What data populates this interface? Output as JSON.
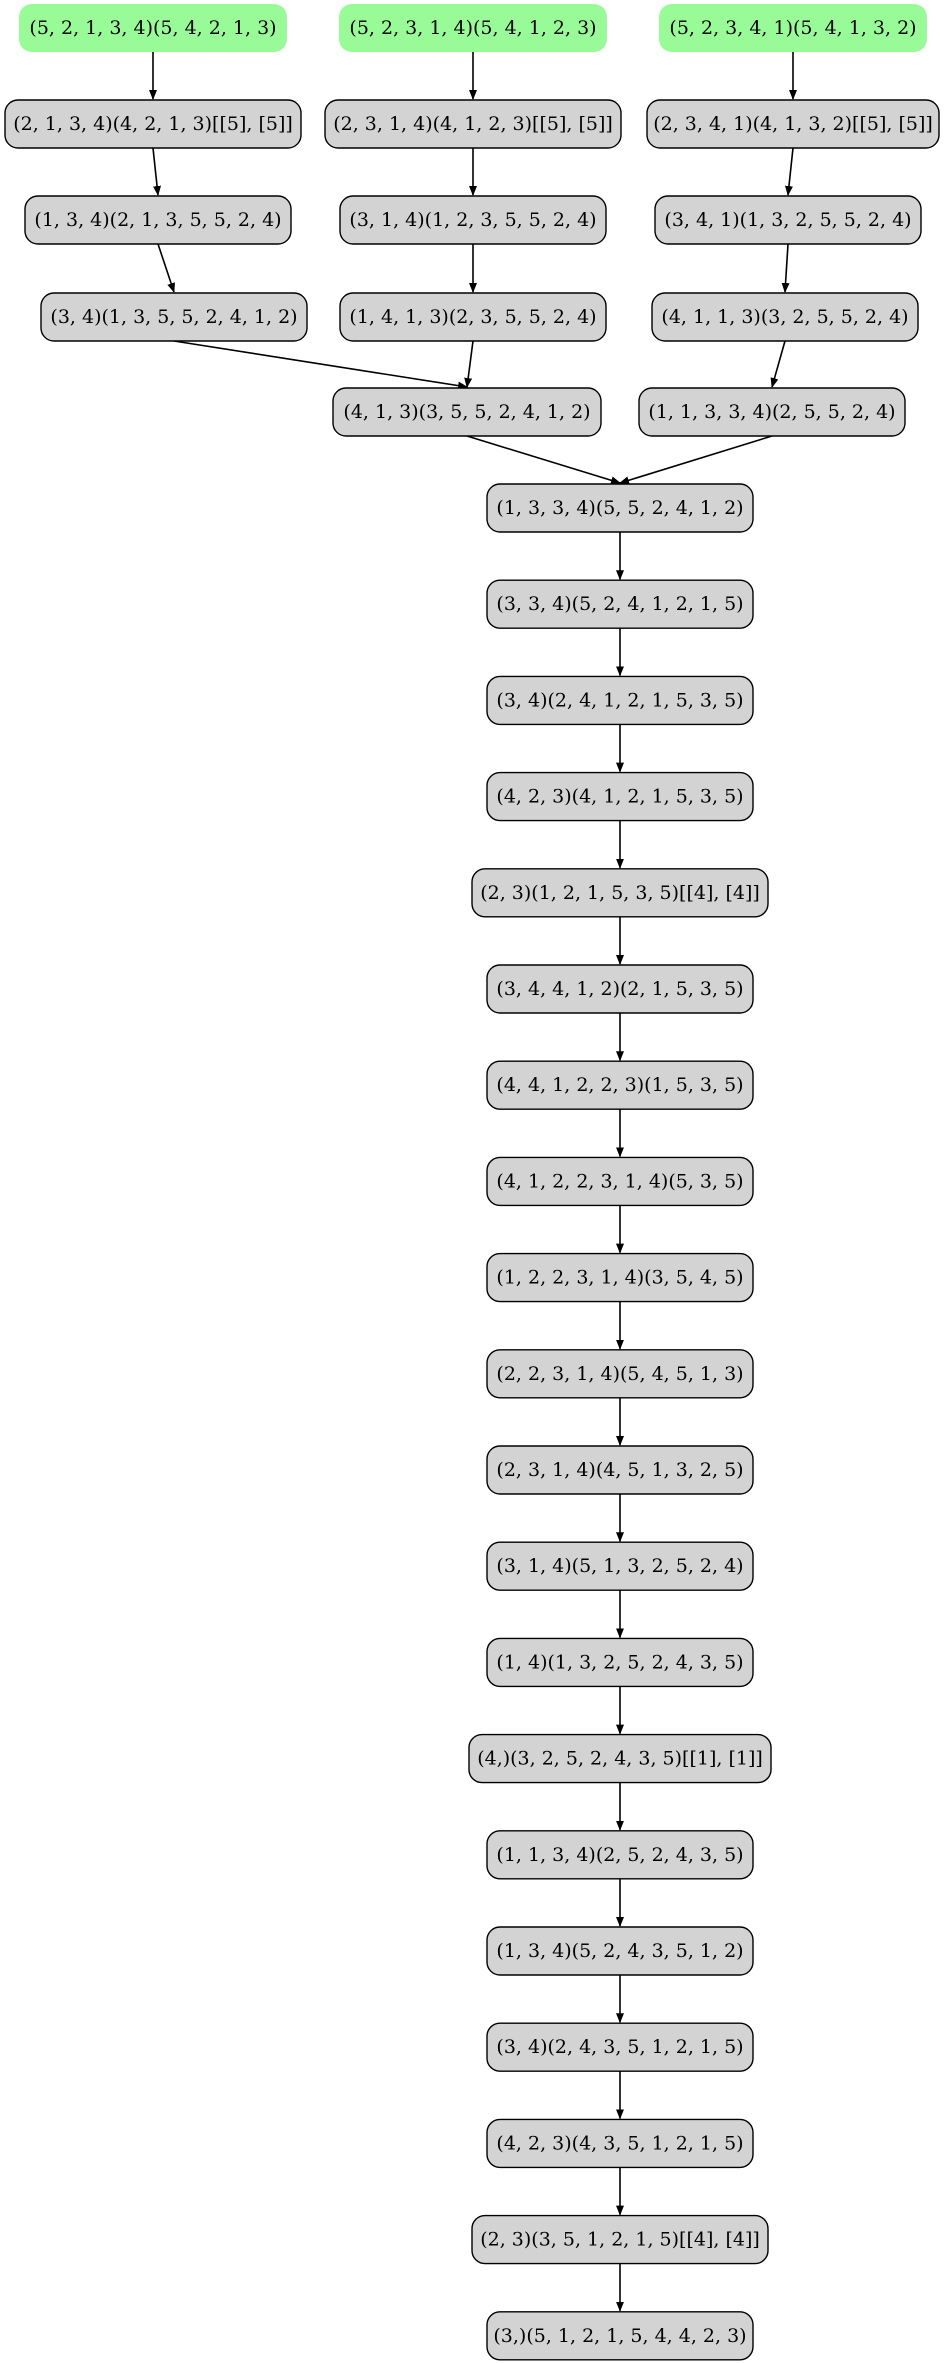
{
  "colors": {
    "start_fill": "#98fb98",
    "node_fill": "#d3d3d3",
    "node_stroke": "#000000",
    "edge": "#000000"
  },
  "nodes": [
    {
      "id": "s1",
      "label": "(5, 2, 1, 3, 4)(5, 4, 2, 1, 3)",
      "kind": "start"
    },
    {
      "id": "s2",
      "label": "(5, 2, 3, 1, 4)(5, 4, 1, 2, 3)",
      "kind": "start"
    },
    {
      "id": "s3",
      "label": "(5, 2, 3, 4, 1)(5, 4, 1, 3, 2)",
      "kind": "start"
    },
    {
      "id": "a1",
      "label": "(2, 1, 3, 4)(4, 2, 1, 3)[[5], [5]]",
      "kind": "normal"
    },
    {
      "id": "a2",
      "label": "(2, 3, 1, 4)(4, 1, 2, 3)[[5], [5]]",
      "kind": "normal"
    },
    {
      "id": "a3",
      "label": "(2, 3, 4, 1)(4, 1, 3, 2)[[5], [5]]",
      "kind": "normal"
    },
    {
      "id": "b1",
      "label": "(1, 3, 4)(2, 1, 3, 5, 5, 2, 4)",
      "kind": "normal"
    },
    {
      "id": "b2",
      "label": "(3, 1, 4)(1, 2, 3, 5, 5, 2, 4)",
      "kind": "normal"
    },
    {
      "id": "b3",
      "label": "(3, 4, 1)(1, 3, 2, 5, 5, 2, 4)",
      "kind": "normal"
    },
    {
      "id": "c1",
      "label": "(3, 4)(1, 3, 5, 5, 2, 4, 1, 2)",
      "kind": "normal"
    },
    {
      "id": "c2",
      "label": "(1, 4, 1, 3)(2, 3, 5, 5, 2, 4)",
      "kind": "normal"
    },
    {
      "id": "c3",
      "label": "(4, 1, 1, 3)(3, 2, 5, 5, 2, 4)",
      "kind": "normal"
    },
    {
      "id": "d2",
      "label": "(4, 1, 3)(3, 5, 5, 2, 4, 1, 2)",
      "kind": "normal"
    },
    {
      "id": "d3",
      "label": "(1, 1, 3, 3, 4)(2, 5, 5, 2, 4)",
      "kind": "normal"
    },
    {
      "id": "m1",
      "label": "(1, 3, 3, 4)(5, 5, 2, 4, 1, 2)",
      "kind": "normal"
    },
    {
      "id": "m2",
      "label": "(3, 3, 4)(5, 2, 4, 1, 2, 1, 5)",
      "kind": "normal"
    },
    {
      "id": "m3",
      "label": "(3, 4)(2, 4, 1, 2, 1, 5, 3, 5)",
      "kind": "normal"
    },
    {
      "id": "m4",
      "label": "(4, 2, 3)(4, 1, 2, 1, 5, 3, 5)",
      "kind": "normal"
    },
    {
      "id": "m5",
      "label": "(2, 3)(1, 2, 1, 5, 3, 5)[[4], [4]]",
      "kind": "normal"
    },
    {
      "id": "m6",
      "label": "(3, 4, 4, 1, 2)(2, 1, 5, 3, 5)",
      "kind": "normal"
    },
    {
      "id": "m7",
      "label": "(4, 4, 1, 2, 2, 3)(1, 5, 3, 5)",
      "kind": "normal"
    },
    {
      "id": "m8",
      "label": "(4, 1, 2, 2, 3, 1, 4)(5, 3, 5)",
      "kind": "normal"
    },
    {
      "id": "m9",
      "label": "(1, 2, 2, 3, 1, 4)(3, 5, 4, 5)",
      "kind": "normal"
    },
    {
      "id": "m10",
      "label": "(2, 2, 3, 1, 4)(5, 4, 5, 1, 3)",
      "kind": "normal"
    },
    {
      "id": "m11",
      "label": "(2, 3, 1, 4)(4, 5, 1, 3, 2, 5)",
      "kind": "normal"
    },
    {
      "id": "m12",
      "label": "(3, 1, 4)(5, 1, 3, 2, 5, 2, 4)",
      "kind": "normal"
    },
    {
      "id": "m13",
      "label": "(1, 4)(1, 3, 2, 5, 2, 4, 3, 5)",
      "kind": "normal"
    },
    {
      "id": "m14",
      "label": "(4,)(3, 2, 5, 2, 4, 3, 5)[[1], [1]]",
      "kind": "normal"
    },
    {
      "id": "m15",
      "label": "(1, 1, 3, 4)(2, 5, 2, 4, 3, 5)",
      "kind": "normal"
    },
    {
      "id": "m16",
      "label": "(1, 3, 4)(5, 2, 4, 3, 5, 1, 2)",
      "kind": "normal"
    },
    {
      "id": "m17",
      "label": "(3, 4)(2, 4, 3, 5, 1, 2, 1, 5)",
      "kind": "normal"
    },
    {
      "id": "m18",
      "label": "(4, 2, 3)(4, 3, 5, 1, 2, 1, 5)",
      "kind": "normal"
    },
    {
      "id": "m19",
      "label": "(2, 3)(3, 5, 1, 2, 1, 5)[[4], [4]]",
      "kind": "normal"
    },
    {
      "id": "m20",
      "label": "(3,)(5, 1, 2, 1, 5, 4, 4, 2, 3)",
      "kind": "normal"
    }
  ],
  "edges": [
    [
      "s1",
      "a1"
    ],
    [
      "a1",
      "b1"
    ],
    [
      "b1",
      "c1"
    ],
    [
      "c1",
      "d2"
    ],
    [
      "s2",
      "a2"
    ],
    [
      "a2",
      "b2"
    ],
    [
      "b2",
      "c2"
    ],
    [
      "c2",
      "d2"
    ],
    [
      "s3",
      "a3"
    ],
    [
      "a3",
      "b3"
    ],
    [
      "b3",
      "c3"
    ],
    [
      "c3",
      "d3"
    ],
    [
      "d2",
      "m1"
    ],
    [
      "d3",
      "m1"
    ],
    [
      "m1",
      "m2"
    ],
    [
      "m2",
      "m3"
    ],
    [
      "m3",
      "m4"
    ],
    [
      "m4",
      "m5"
    ],
    [
      "m5",
      "m6"
    ],
    [
      "m6",
      "m7"
    ],
    [
      "m7",
      "m8"
    ],
    [
      "m8",
      "m9"
    ],
    [
      "m9",
      "m10"
    ],
    [
      "m10",
      "m11"
    ],
    [
      "m11",
      "m12"
    ],
    [
      "m12",
      "m13"
    ],
    [
      "m13",
      "m14"
    ],
    [
      "m14",
      "m15"
    ],
    [
      "m15",
      "m16"
    ],
    [
      "m16",
      "m17"
    ],
    [
      "m17",
      "m18"
    ],
    [
      "m18",
      "m19"
    ],
    [
      "m19",
      "m20"
    ]
  ]
}
